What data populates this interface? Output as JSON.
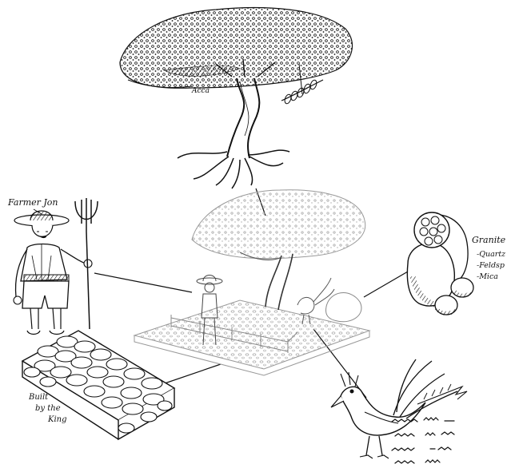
{
  "labels": {
    "tree_mark": "Acca",
    "farmer_name": "Farmer Jon",
    "granite_title": "Granite",
    "granite_items": [
      "-Quartz",
      "-Feldsp",
      "-Mica"
    ],
    "wall_caption_line1": "Built",
    "wall_caption_line2": "by the",
    "wall_caption_line3": "King"
  },
  "colors": {
    "ink": "#111111",
    "faint_ink": "#8a8a8a",
    "paper": "#ffffff"
  },
  "icons": [
    "tree-icon",
    "farmer-icon",
    "pitchfork-icon",
    "stone-wall-icon",
    "granite-rocks-icon",
    "bird-icon",
    "garden-scene-icon"
  ]
}
